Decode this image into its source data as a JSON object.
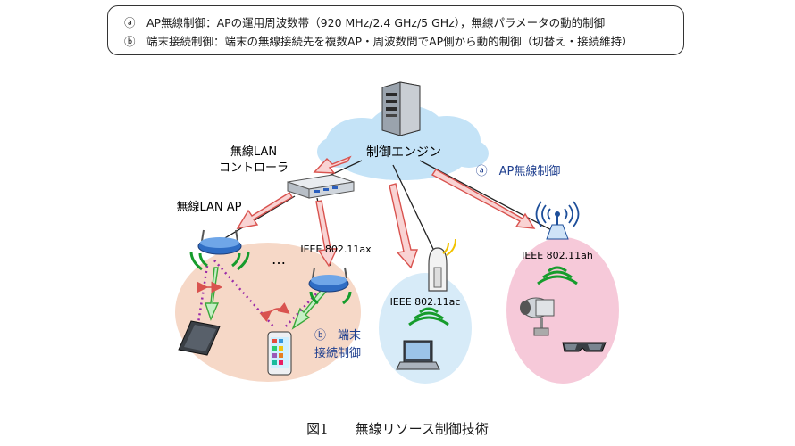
{
  "legend": {
    "a": "ⓐ　AP無線制御：APの運用周波数帯（920 MHz/2.4 GHz/5 GHz），無線パラメータの動的制御",
    "b": "ⓑ　端末接続制御：端末の無線接続先を複数AP・周波数間でAP側から動的制御（切替え・接続維持）"
  },
  "labels": {
    "engine": "制御エンジン",
    "controller_line1": "無線LAN",
    "controller_line2": "コントローラ",
    "wlan_ap": "無線LAN AP",
    "ieee_ax": "IEEE 802.11ax",
    "ieee_ac": "IEEE 802.11ac",
    "ieee_ah": "IEEE 802.11ah",
    "ellipsis": "…",
    "ap_control": "ⓐ　AP無線制御",
    "terminal_line1": "ⓑ　端末",
    "terminal_line2": "接続制御"
  },
  "caption": "図1　　無線リソース制御技術",
  "colors": {
    "arrow_fill": "#f9d3d3",
    "arrow_stroke": "#d9534f",
    "green_arrow_fill": "#c5efc5",
    "green_arrow_stroke": "#3aa83a",
    "cloud": "#c4e3f7",
    "zone_left": "#f6d8c7",
    "zone_mid": "#d7ebf8",
    "zone_right": "#f6c9d9",
    "signal_green": "#169c2c",
    "dotted": "#9a2aa8",
    "label_blue": "#1f3f8f"
  },
  "icons": [
    "server-icon",
    "controller-icon",
    "access-point-icon",
    "phone-icon",
    "laptop-icon",
    "antenna-icon",
    "camera-icon",
    "glasses-icon"
  ]
}
